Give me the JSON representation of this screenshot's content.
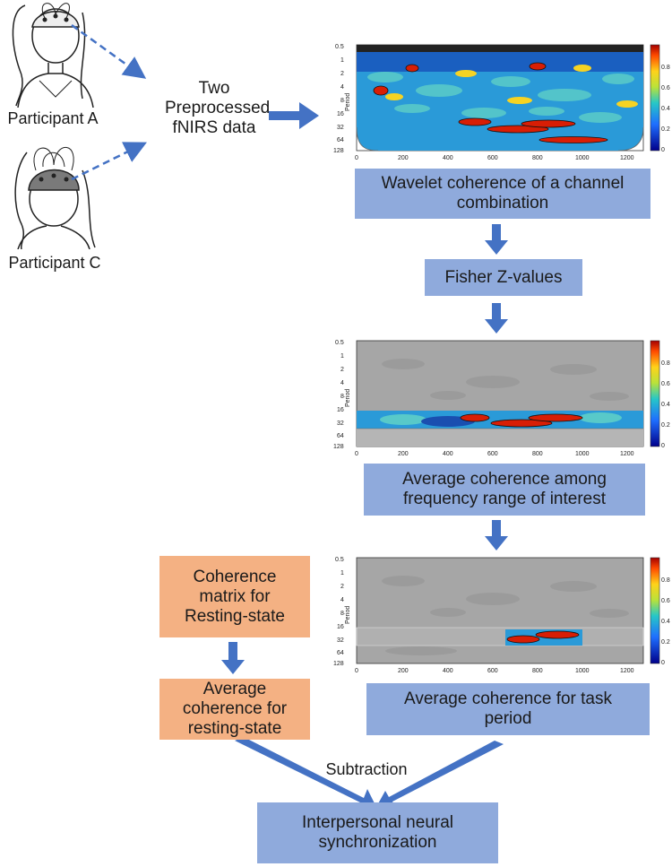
{
  "participants": {
    "a_label": "Participant A",
    "c_label": "Participant C"
  },
  "input_label": "Two Preprocessed fNIRS data",
  "steps": {
    "wavelet": "Wavelet coherence of a channel combination",
    "fisher": "Fisher Z-values",
    "avg_freq": "Average coherence among frequency range of interest",
    "avg_task": "Average coherence for task period",
    "rest_matrix": "Coherence matrix for Resting-state",
    "rest_avg": "Average coherence for resting-state",
    "subtraction": "Subtraction",
    "ins": "Interpersonal neural synchronization"
  },
  "plot_axes": {
    "ylabel": "Period",
    "y_ticks": [
      "0.5",
      "1",
      "2",
      "4",
      "8",
      "16",
      "32",
      "64",
      "128"
    ],
    "x_ticks": [
      "0",
      "200",
      "400",
      "600",
      "800",
      "1000",
      "1200"
    ],
    "colorbar_ticks": [
      "0.8",
      "0.6",
      "0.4",
      "0.2",
      "0"
    ]
  },
  "colors": {
    "step_box": "#8faadc",
    "resting_box": "#f4b183",
    "arrow": "#4472c4"
  }
}
